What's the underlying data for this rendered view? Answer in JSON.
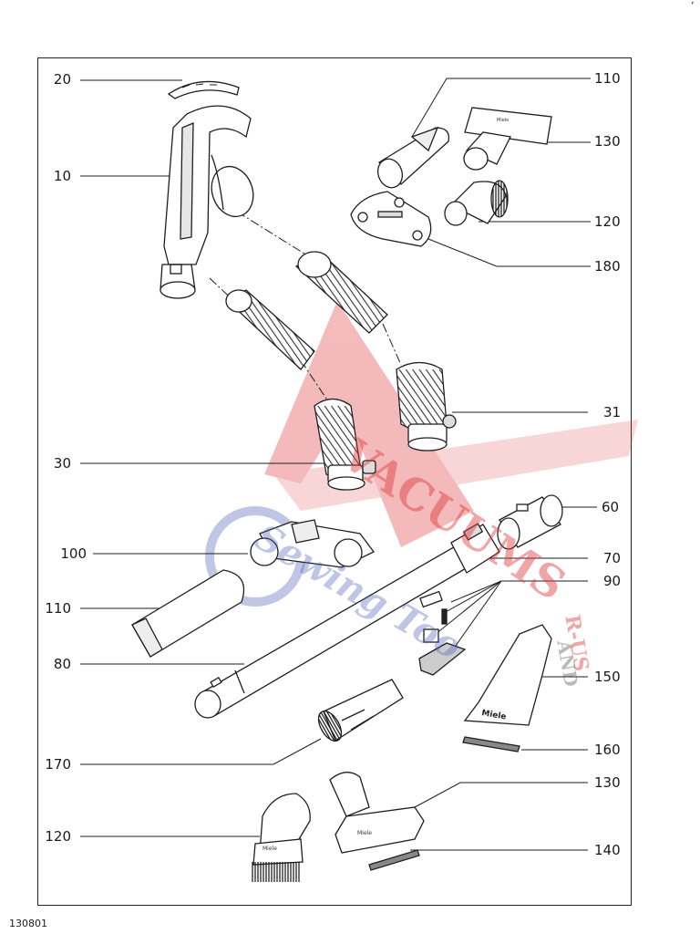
{
  "diagram": {
    "part_labels": {
      "p20": "20",
      "p10": "10",
      "p110_top": "110",
      "p130_top": "130",
      "p120_top": "120",
      "p180": "180",
      "p31": "31",
      "p30": "30",
      "p60": "60",
      "p100": "100",
      "p70": "70",
      "p90": "90",
      "p110_bottom": "110",
      "p80": "80",
      "p150": "150",
      "p160": "160",
      "p170": "170",
      "p130_bottom": "130",
      "p120_bottom": "120",
      "p140": "140"
    },
    "footer_code": "130801",
    "corner_mark": "’",
    "watermark": {
      "line1": "VACUUMS",
      "line2": "R-US",
      "line3": "AND",
      "line4": "Sewing Too",
      "colors": {
        "red": "#e0393e",
        "blue": "#4a5bb3"
      }
    },
    "brand_text": "Miele"
  },
  "colors": {
    "line": "#1e1e1e",
    "part_fill": "#ffffff",
    "shade": "#9a9a9a"
  }
}
